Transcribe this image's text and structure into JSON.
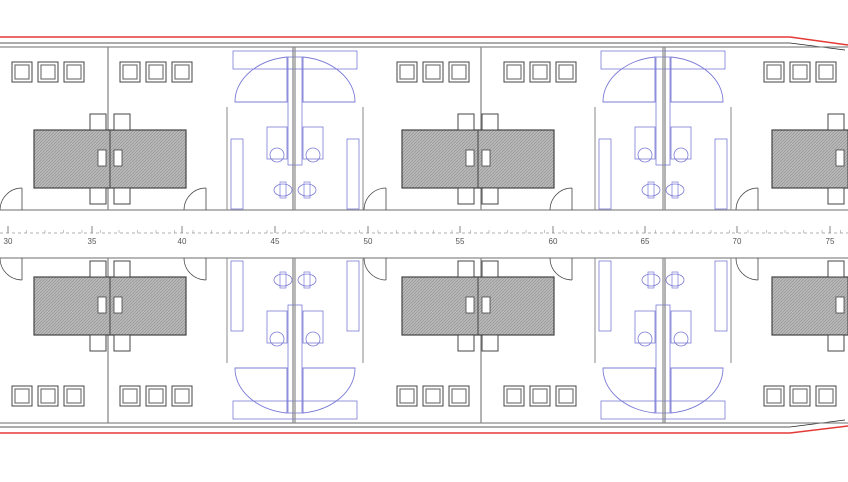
{
  "frame_labels": [
    "30",
    "35",
    "40",
    "45",
    "50",
    "55",
    "60",
    "65",
    "70",
    "75"
  ],
  "colors": {
    "hull_outline": "#e53935",
    "wall": "#8a8a8a",
    "fixture": "#7b7bd6",
    "furniture": "#444444",
    "bed_fill": "#9a9a9a",
    "label": "#555555"
  }
}
